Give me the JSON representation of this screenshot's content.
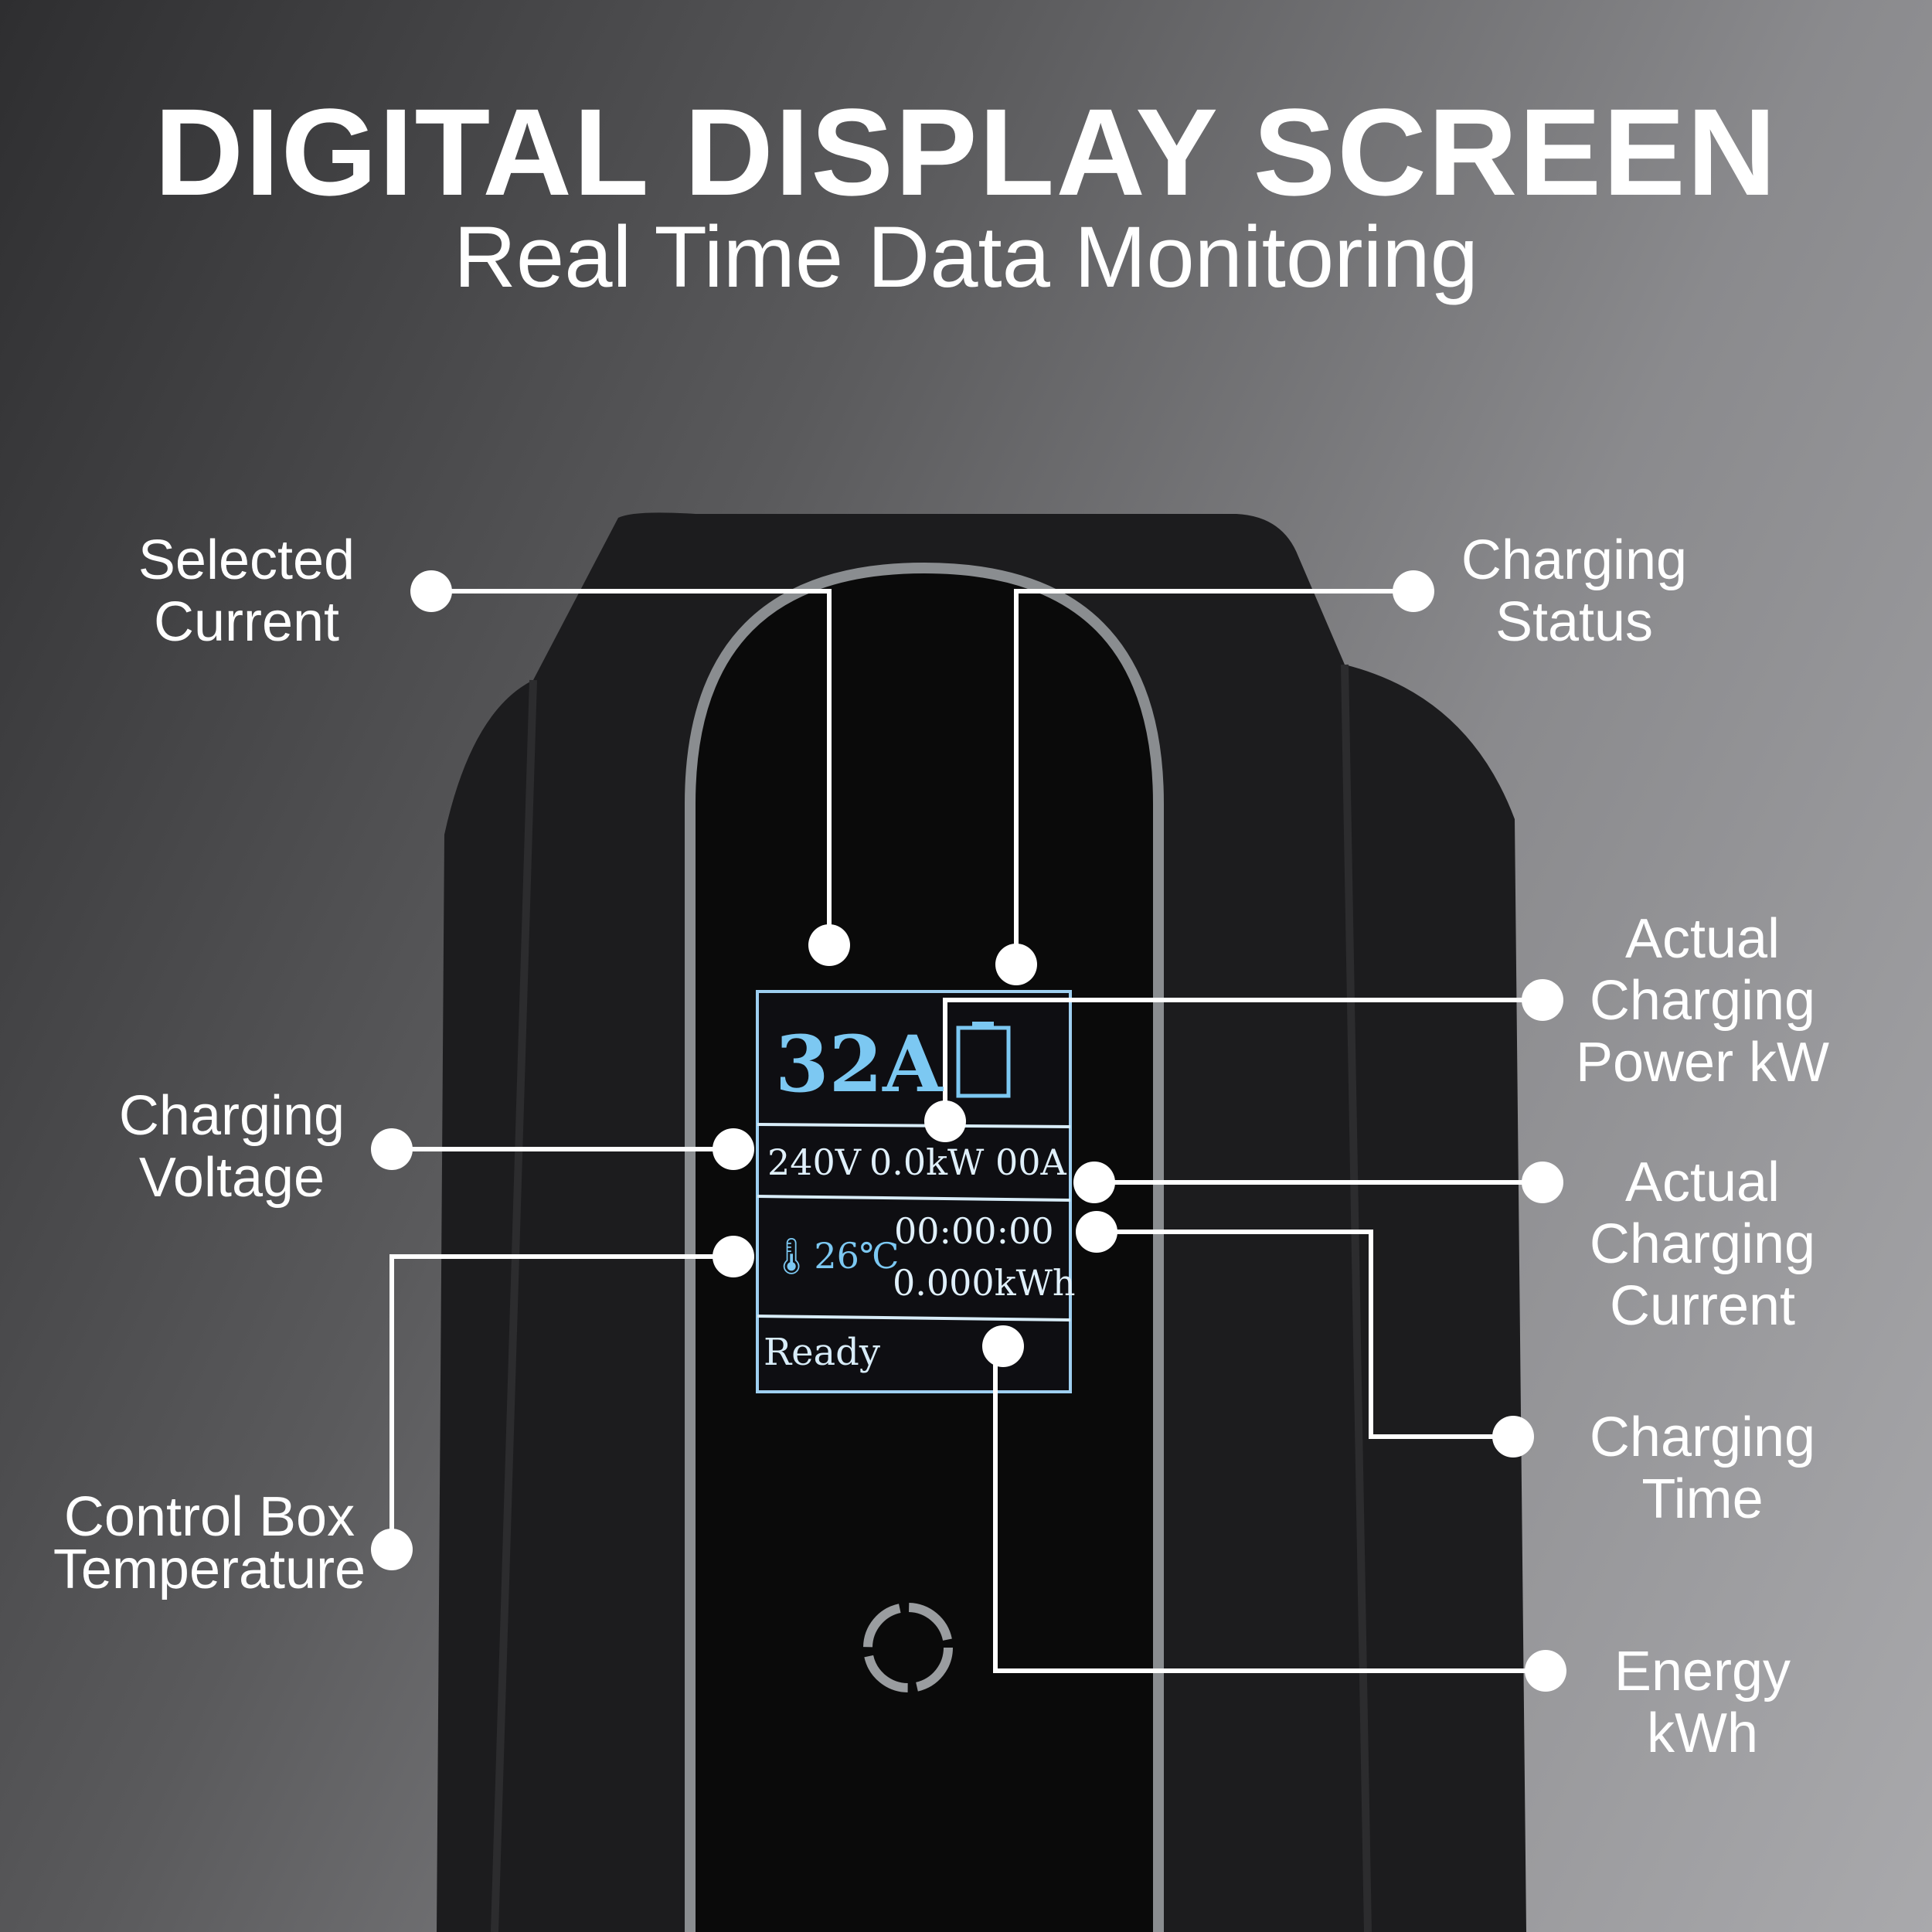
{
  "header": {
    "title": "DIGITAL DISPLAY SCREEN",
    "subtitle": "Real Time Data Monitoring"
  },
  "labels": {
    "selected_current": [
      "Selected",
      "Current"
    ],
    "charging_status": [
      "Charging",
      "Status"
    ],
    "actual_power": [
      "Actual",
      "Charging",
      "Power kW"
    ],
    "charging_voltage": [
      "Charging",
      "Voltage"
    ],
    "actual_current": [
      "Actual",
      "Charging",
      "Current"
    ],
    "charging_time": [
      "Charging",
      "Time"
    ],
    "control_box_temperature": [
      "Control Box",
      "Temperature"
    ],
    "energy": [
      "Energy",
      "kWh"
    ]
  },
  "screen": {
    "selected_current": "32A",
    "voltage": "240V",
    "power": "0.0kW",
    "current": "00A",
    "temperature": "26℃",
    "time": "00:00:00",
    "energy": "0.000kWh",
    "status": "Ready",
    "accent": "#7cc8f2"
  }
}
